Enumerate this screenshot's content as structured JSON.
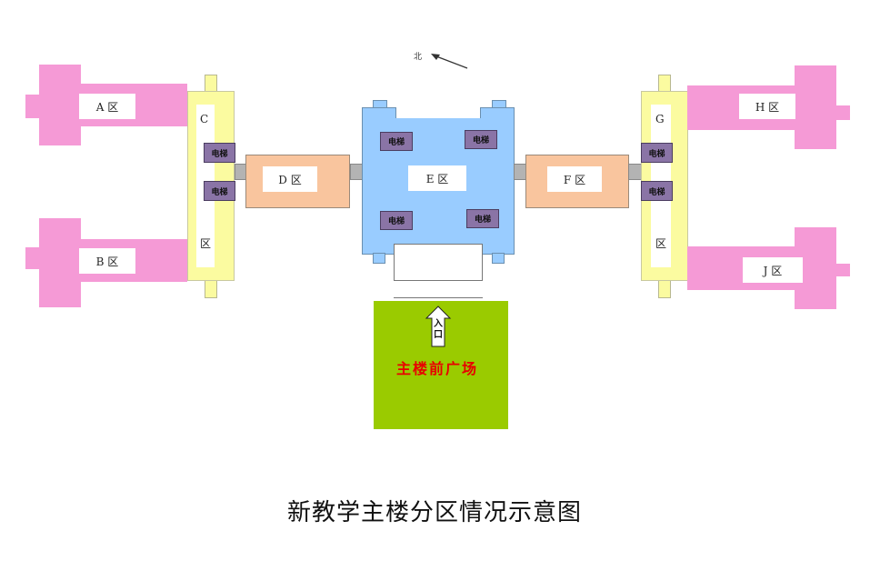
{
  "title": "新教学主楼分区情况示意图",
  "north": "北",
  "zones": {
    "A": "A  区",
    "B": "B  区",
    "C_top": "C",
    "C_bottom": "区",
    "D": "D  区",
    "E": "E  区",
    "F": "F  区",
    "G_top": "G",
    "G_bottom": "区",
    "H": "H  区",
    "J": "J  区"
  },
  "elevator": "电梯",
  "entrance": {
    "line1": "入",
    "line2": "口"
  },
  "plaza": "主楼前广场",
  "colors": {
    "pink": "#f59ad6",
    "yellow": "#fbfba0",
    "peach": "#f9c59e",
    "blue": "#99ccff",
    "green": "#9acb00",
    "elevator": "#8a74a6",
    "plaza_text": "#e80000"
  }
}
